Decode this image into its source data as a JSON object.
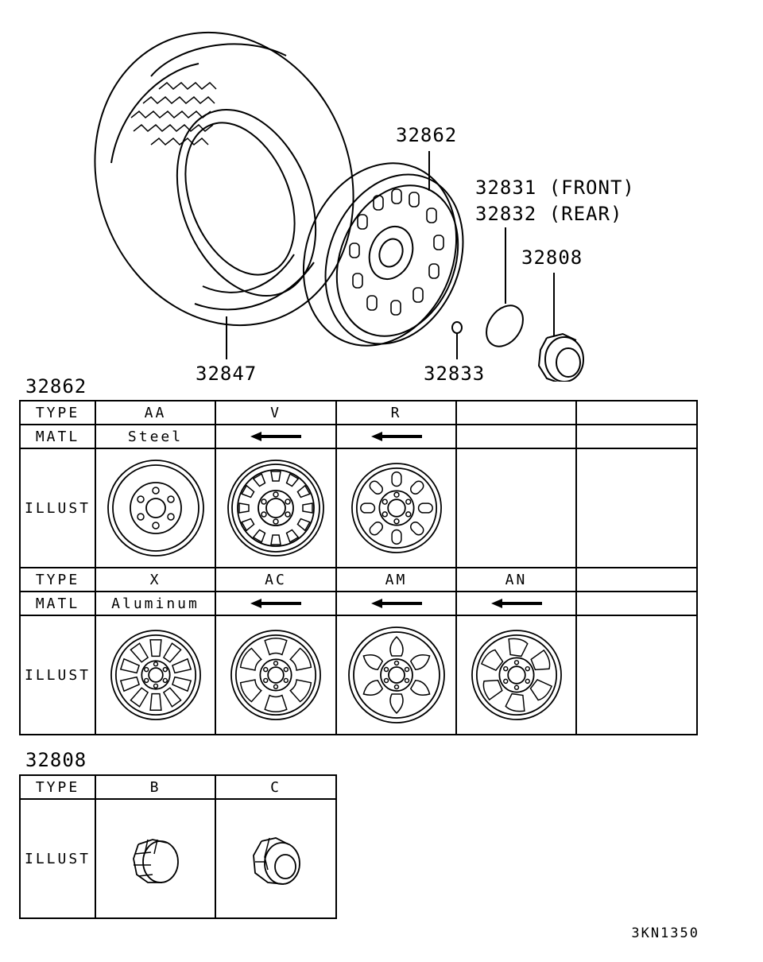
{
  "callouts": {
    "tire": "32847",
    "wheel": "32862",
    "valve": "32833",
    "ornament_front": "32831 (FRONT)",
    "ornament_rear": "32832 (REAR)",
    "hubcap": "32808"
  },
  "wheel_table": {
    "title": "32862",
    "row_labels": {
      "type": "TYPE",
      "matl": "MATL",
      "illust": "ILLUST"
    },
    "block1": {
      "types": [
        "AA",
        "V",
        "R",
        "",
        ""
      ],
      "matl": [
        "Steel",
        "arrow",
        "arrow",
        "",
        ""
      ],
      "illust": [
        "wheel-aa-illustration",
        "wheel-v-illustration",
        "wheel-r-illustration",
        "",
        ""
      ]
    },
    "block2": {
      "types": [
        "X",
        "AC",
        "AM",
        "AN",
        ""
      ],
      "matl": [
        "Aluminum",
        "arrow",
        "arrow",
        "arrow",
        ""
      ],
      "illust": [
        "wheel-x-illustration",
        "wheel-ac-illustration",
        "wheel-am-illustration",
        "wheel-an-illustration",
        ""
      ]
    }
  },
  "cap_table": {
    "title": "32808",
    "row_labels": {
      "type": "TYPE",
      "illust": "ILLUST"
    },
    "types": [
      "B",
      "C"
    ],
    "illust": [
      "cap-b-illustration",
      "cap-c-illustration"
    ]
  },
  "drawing_number": "3KN1350"
}
